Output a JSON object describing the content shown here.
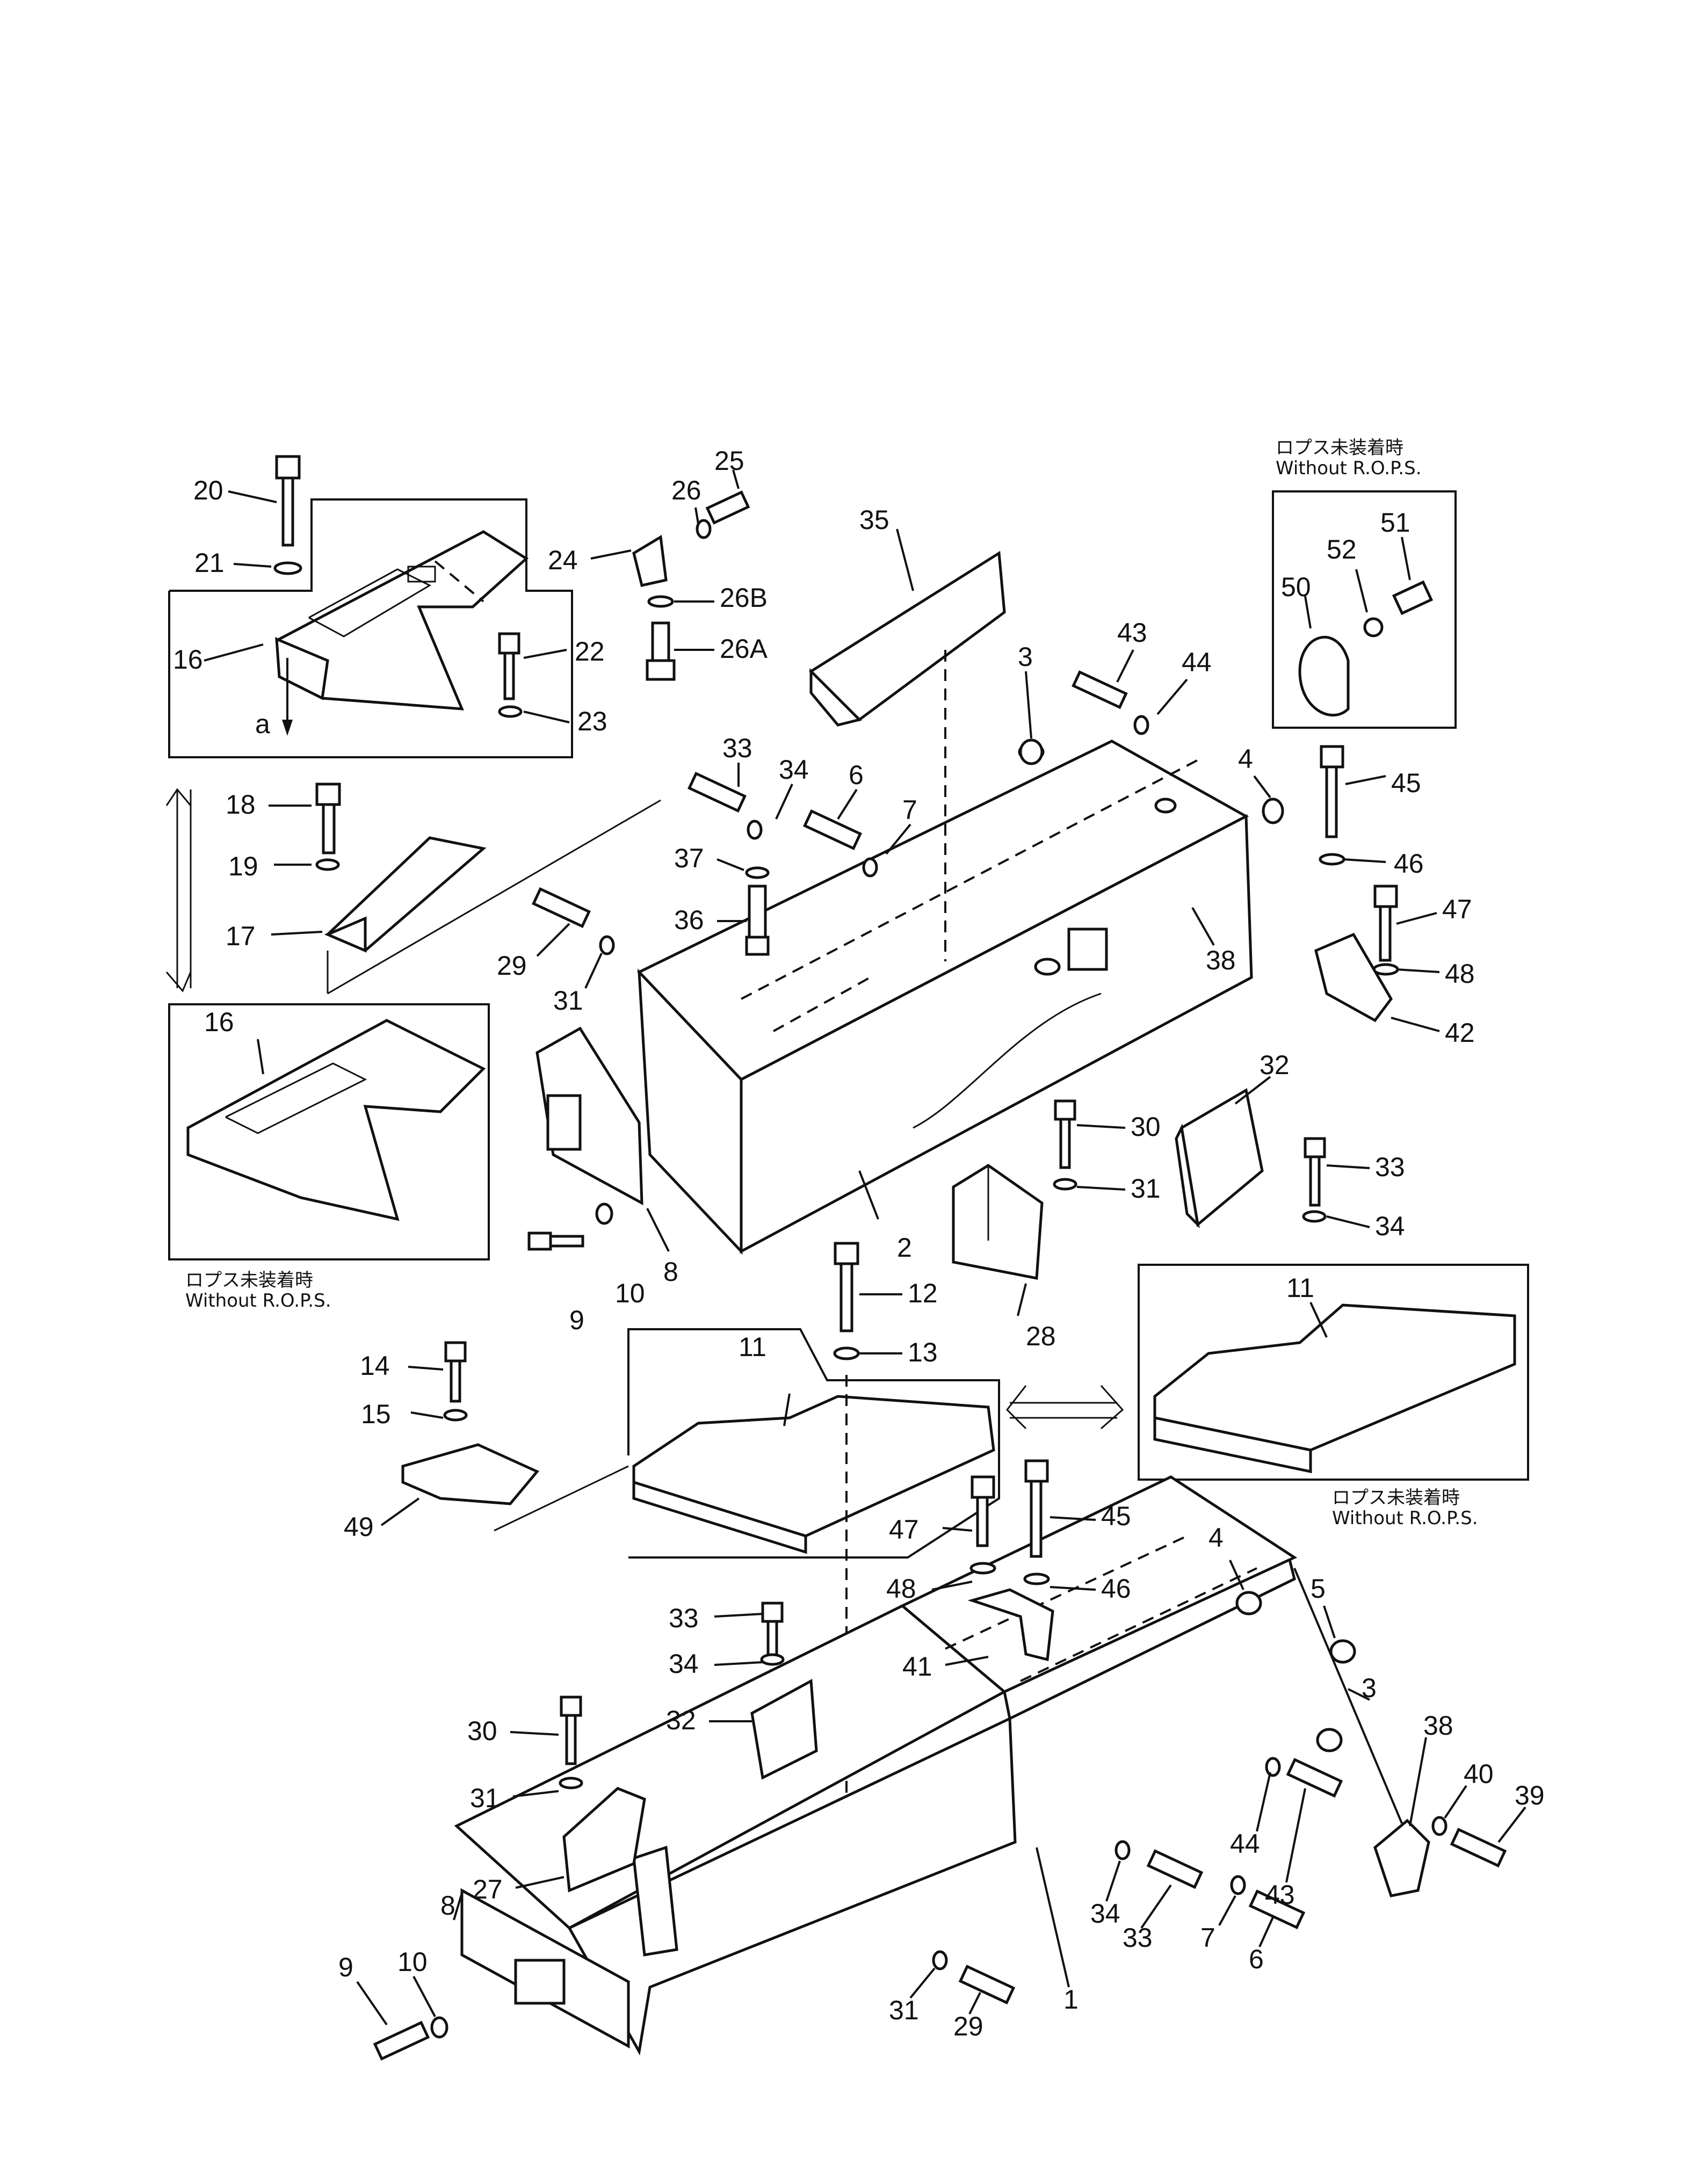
{
  "diagram": {
    "view_arrow_label": "a",
    "notes": {
      "jp": "ロプス未装着時",
      "en": "Without R.O.P.S."
    },
    "labels": [
      {
        "id": "p20",
        "text": "20"
      },
      {
        "id": "p21",
        "text": "21"
      },
      {
        "id": "p16a",
        "text": "16"
      },
      {
        "id": "p26",
        "text": "26"
      },
      {
        "id": "p25",
        "text": "25"
      },
      {
        "id": "p24",
        "text": "24"
      },
      {
        "id": "p26B",
        "text": "26B"
      },
      {
        "id": "p26A",
        "text": "26A"
      },
      {
        "id": "p22",
        "text": "22"
      },
      {
        "id": "p23",
        "text": "23"
      },
      {
        "id": "p35",
        "text": "35"
      },
      {
        "id": "p50",
        "text": "50"
      },
      {
        "id": "p52",
        "text": "52"
      },
      {
        "id": "p51",
        "text": "51"
      },
      {
        "id": "p43a",
        "text": "43"
      },
      {
        "id": "p44a",
        "text": "44"
      },
      {
        "id": "p3a",
        "text": "3"
      },
      {
        "id": "p4a",
        "text": "4"
      },
      {
        "id": "p45a",
        "text": "45"
      },
      {
        "id": "p46a",
        "text": "46"
      },
      {
        "id": "p47a",
        "text": "47"
      },
      {
        "id": "p48a",
        "text": "48"
      },
      {
        "id": "p42",
        "text": "42"
      },
      {
        "id": "p38a",
        "text": "38"
      },
      {
        "id": "p33a",
        "text": "33"
      },
      {
        "id": "p34a",
        "text": "34"
      },
      {
        "id": "p6a",
        "text": "6"
      },
      {
        "id": "p7a",
        "text": "7"
      },
      {
        "id": "p37",
        "text": "37"
      },
      {
        "id": "p36",
        "text": "36"
      },
      {
        "id": "p18",
        "text": "18"
      },
      {
        "id": "p19",
        "text": "19"
      },
      {
        "id": "p17",
        "text": "17"
      },
      {
        "id": "p29a",
        "text": "29"
      },
      {
        "id": "p31a",
        "text": "31"
      },
      {
        "id": "p16b",
        "text": "16"
      },
      {
        "id": "p32a",
        "text": "32"
      },
      {
        "id": "p30a",
        "text": "30"
      },
      {
        "id": "p31b",
        "text": "31"
      },
      {
        "id": "p33b",
        "text": "33"
      },
      {
        "id": "p34b",
        "text": "34"
      },
      {
        "id": "p2",
        "text": "2"
      },
      {
        "id": "p8a",
        "text": "8"
      },
      {
        "id": "p9a",
        "text": "9"
      },
      {
        "id": "p10a",
        "text": "10"
      },
      {
        "id": "p28",
        "text": "28"
      },
      {
        "id": "p12",
        "text": "12"
      },
      {
        "id": "p13",
        "text": "13"
      },
      {
        "id": "p11a",
        "text": "11"
      },
      {
        "id": "p11b",
        "text": "11"
      },
      {
        "id": "p14",
        "text": "14"
      },
      {
        "id": "p15",
        "text": "15"
      },
      {
        "id": "p49",
        "text": "49"
      },
      {
        "id": "p47b",
        "text": "47"
      },
      {
        "id": "p45b",
        "text": "45"
      },
      {
        "id": "p48b",
        "text": "48"
      },
      {
        "id": "p46b",
        "text": "46"
      },
      {
        "id": "p4b",
        "text": "4"
      },
      {
        "id": "p5",
        "text": "5"
      },
      {
        "id": "p3b",
        "text": "3"
      },
      {
        "id": "p41",
        "text": "41"
      },
      {
        "id": "p33c",
        "text": "33"
      },
      {
        "id": "p34c",
        "text": "34"
      },
      {
        "id": "p32b",
        "text": "32"
      },
      {
        "id": "p30b",
        "text": "30"
      },
      {
        "id": "p31c",
        "text": "31"
      },
      {
        "id": "p27",
        "text": "27"
      },
      {
        "id": "p38b",
        "text": "38"
      },
      {
        "id": "p40",
        "text": "40"
      },
      {
        "id": "p39",
        "text": "39"
      },
      {
        "id": "p44b",
        "text": "44"
      },
      {
        "id": "p43b",
        "text": "43"
      },
      {
        "id": "p34d",
        "text": "34"
      },
      {
        "id": "p33d",
        "text": "33"
      },
      {
        "id": "p7b",
        "text": "7"
      },
      {
        "id": "p6b",
        "text": "6"
      },
      {
        "id": "p8b",
        "text": "8"
      },
      {
        "id": "p10b",
        "text": "10"
      },
      {
        "id": "p9b",
        "text": "9"
      },
      {
        "id": "p31d",
        "text": "31"
      },
      {
        "id": "p29b",
        "text": "29"
      },
      {
        "id": "p1",
        "text": "1"
      }
    ]
  }
}
